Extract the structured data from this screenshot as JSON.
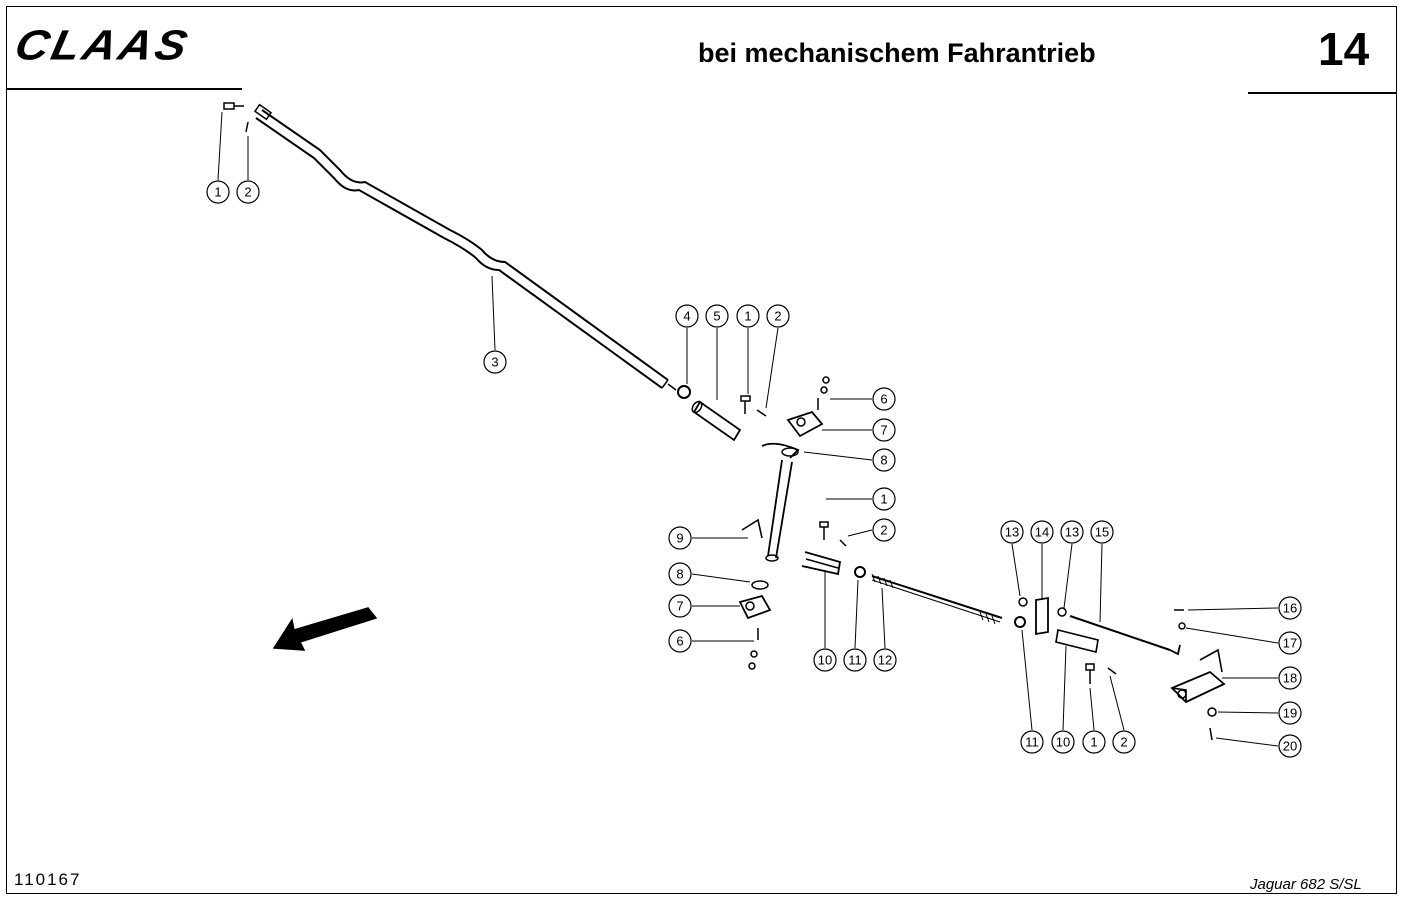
{
  "header": {
    "logo_text": "CLAAS",
    "title": "bei mechanischem Fahrantrieb",
    "page_number": "14"
  },
  "footer": {
    "drawing_number": "110167",
    "model": "Jaguar 682 S/SL"
  },
  "callouts": [
    {
      "label": "1"
    },
    {
      "label": "2"
    },
    {
      "label": "3"
    },
    {
      "label": "4"
    },
    {
      "label": "5"
    },
    {
      "label": "1"
    },
    {
      "label": "2"
    },
    {
      "label": "6"
    },
    {
      "label": "7"
    },
    {
      "label": "8"
    },
    {
      "label": "1"
    },
    {
      "label": "2"
    },
    {
      "label": "9"
    },
    {
      "label": "8"
    },
    {
      "label": "7"
    },
    {
      "label": "6"
    },
    {
      "label": "10"
    },
    {
      "label": "11"
    },
    {
      "label": "12"
    },
    {
      "label": "13"
    },
    {
      "label": "14"
    },
    {
      "label": "13"
    },
    {
      "label": "15"
    },
    {
      "label": "16"
    },
    {
      "label": "17"
    },
    {
      "label": "18"
    },
    {
      "label": "19"
    },
    {
      "label": "20"
    },
    {
      "label": "11"
    },
    {
      "label": "10"
    },
    {
      "label": "1"
    },
    {
      "label": "2"
    }
  ]
}
